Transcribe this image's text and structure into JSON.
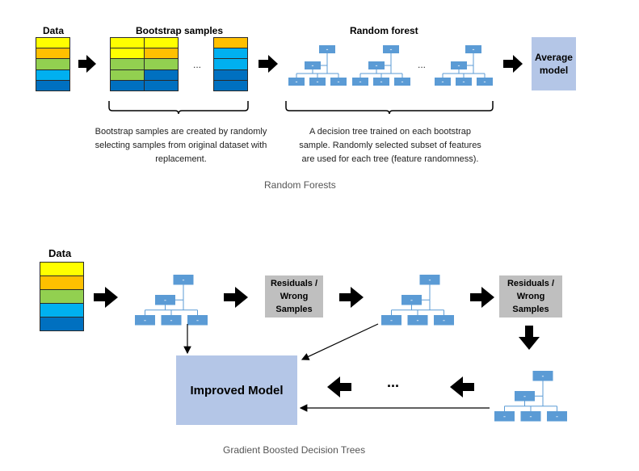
{
  "colors": {
    "yellow": "#ffff00",
    "orange": "#ffc000",
    "green": "#92d050",
    "cyan": "#00b0f0",
    "blue": "#0070c0",
    "node": "#5b9bd5",
    "gray_box": "#bfbfbf",
    "blue_box": "#b4c6e7"
  },
  "random_forest": {
    "data_label": "Data",
    "bootstrap_label": "Bootstrap samples",
    "forest_label": "Random forest",
    "ellipsis": "...",
    "average_model": "Average model",
    "bootstrap_desc": [
      "Bootstrap samples are created by randomly",
      "selecting samples from original dataset with",
      "replacement."
    ],
    "forest_desc": [
      "A decision tree trained on each bootstrap",
      "sample. Randomly selected subset of features",
      "are used for each tree (feature randomness)."
    ],
    "caption": "Random Forests"
  },
  "gbdt": {
    "data_label": "Data",
    "residuals_1": "Residuals / Wrong Samples",
    "residuals_2": "Residuals / Wrong Samples",
    "ellipsis": "...",
    "improved_model": "Improved Model",
    "caption": "Gradient Boosted Decision Trees"
  },
  "node_text": "-"
}
